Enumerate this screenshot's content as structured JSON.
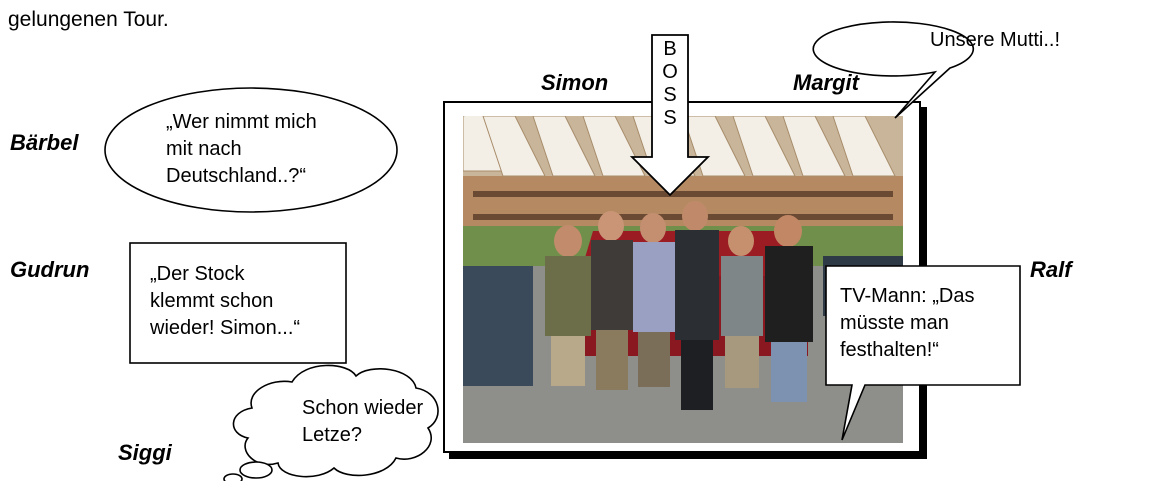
{
  "intro_text": "gelungenen Tour.",
  "names": {
    "simon": "Simon",
    "margit": "Margit",
    "baerbel": "Bärbel",
    "gudrun": "Gudrun",
    "ralf": "Ralf",
    "siggi": "Siggi"
  },
  "bubbles": {
    "margit_quote": "Unsere Mutti..!",
    "baerbel_quote": [
      "„Wer nimmt mich",
      "mit nach",
      "Deutschland..?“"
    ],
    "gudrun_quote": [
      "„Der Stock",
      "klemmt schon",
      "wieder! Simon...“"
    ],
    "ralf_quote": [
      "TV-Mann: „Das",
      "müsste man",
      "festhalten!“"
    ],
    "siggi_quote": [
      "Schon wieder",
      "Letze?"
    ]
  },
  "boss_arrow": {
    "letters": [
      "B",
      "O",
      "S",
      "S"
    ]
  },
  "colors": {
    "building": "#b58a62",
    "car": "#9c1c24",
    "sky": "#e8eef2"
  }
}
